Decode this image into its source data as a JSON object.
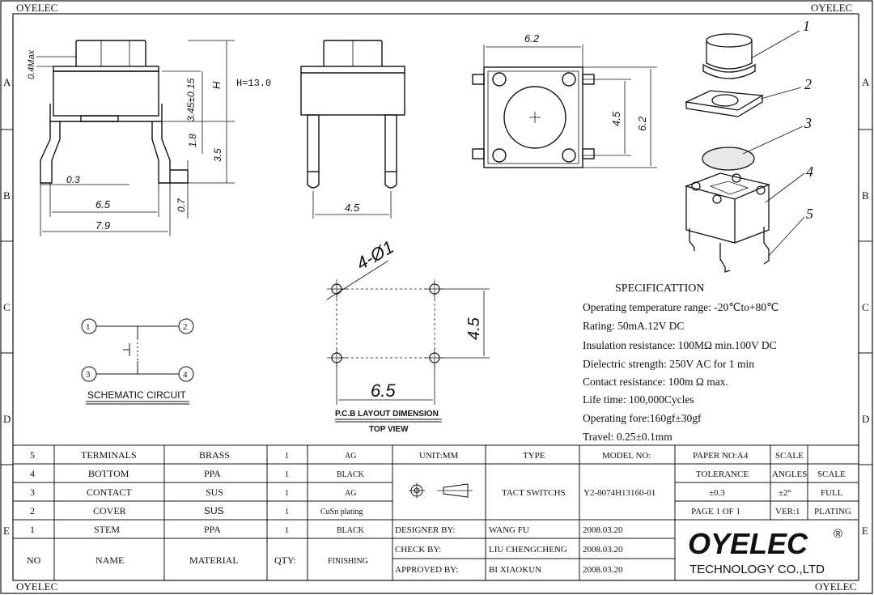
{
  "frame": {
    "corner_labels": [
      "OYELEC",
      "OYELEC",
      "OYELEC",
      "OYELEC"
    ],
    "row_labels": [
      "A",
      "B",
      "C",
      "D",
      "E"
    ]
  },
  "side_view": {
    "dims": {
      "max": "0.4Max",
      "d345": "3.45±0.15",
      "h": "H",
      "h_value": "H=13.0",
      "d18": "1.8",
      "d35": "3.5",
      "d03": "0.3",
      "d65": "6.5",
      "d07": "0.7",
      "d79": "7.9"
    }
  },
  "front_view": {
    "dim": "4.5"
  },
  "top_view": {
    "dims": {
      "w": "6.2",
      "pitch": "4.5",
      "h": "6.2"
    }
  },
  "exploded": {
    "callouts": [
      "1",
      "2",
      "3",
      "4",
      "5"
    ]
  },
  "pcb": {
    "holes_label": "4-Ø1",
    "dim_pitch": "4.5",
    "dim_width": "6.5",
    "title": "P.C.B LAYOUT DIMENSION",
    "subtitle": "TOP VIEW"
  },
  "schematic": {
    "pins": [
      "1",
      "2",
      "3",
      "4"
    ],
    "title": "SCHEMATIC CIRCUIT"
  },
  "specification": {
    "title": "SPECIFICATTION",
    "lines": [
      "Operating temperature range: -20℃to+80℃",
      "Rating: 50mA.12V DC",
      "Insulation resistance: 100MΩ min.100V DC",
      "Dielectric strength: 250V AC for 1 min",
      "Contact resistance: 100m Ω max.",
      "Life time: 100,000Cycles",
      "Operating fore:160gf±30gf",
      "Travel: 0.25±0.1mm"
    ]
  },
  "bom": {
    "rows": [
      {
        "no": "5",
        "name": "TERMINALS",
        "material": "BRASS",
        "qty": "1",
        "finishing": "AG"
      },
      {
        "no": "4",
        "name": "BOTTOM",
        "material": "PPA",
        "qty": "1",
        "finishing": "BLACK"
      },
      {
        "no": "3",
        "name": "CONTACT",
        "material": "SUS",
        "qty": "1",
        "finishing": "AG"
      },
      {
        "no": "2",
        "name": "COVER",
        "material": "SUS",
        "qty": "1",
        "finishing": "CuSn plating"
      },
      {
        "no": "1",
        "name": "STEM",
        "material": "PPA",
        "qty": "1",
        "finishing": "BLACK"
      }
    ],
    "header": {
      "no": "NO",
      "name": "NAME",
      "material": "MATERIAL",
      "qty": "QTY:",
      "finishing": "FINISHING"
    }
  },
  "titleblock": {
    "unit": "UNIT:MM",
    "type_label": "TYPE",
    "type_value": "TACT SWITCHS",
    "model_label": "MODEL NO:",
    "model_value": "Y2-8074H13160-01",
    "paper": "PAPER NO:A4",
    "scale_label": "SCALE",
    "tolerance": "TOLERANCE",
    "angles": "ANGLES",
    "scale2": "SCALE",
    "tol_value": "±0.3",
    "angle_value": "±2°",
    "scale_value": "FULL",
    "page": "PAGE 1 OF 1",
    "ver": "VER:1",
    "plating": "PLATING",
    "designer_label": "DESIGNER BY:",
    "designer": "WANG FU",
    "designer_date": "2008.03.20",
    "check_label": "CHECK BY:",
    "checker": "LIU CHENGCHENG",
    "check_date": "2008.03.20",
    "approved_label": "APPROVED BY:",
    "approver": "BI XIAOKUN",
    "approved_date": "2008.03.20",
    "logo": "OYELEC",
    "registered": "®",
    "company": "TECHNOLOGY CO.,LTD"
  }
}
